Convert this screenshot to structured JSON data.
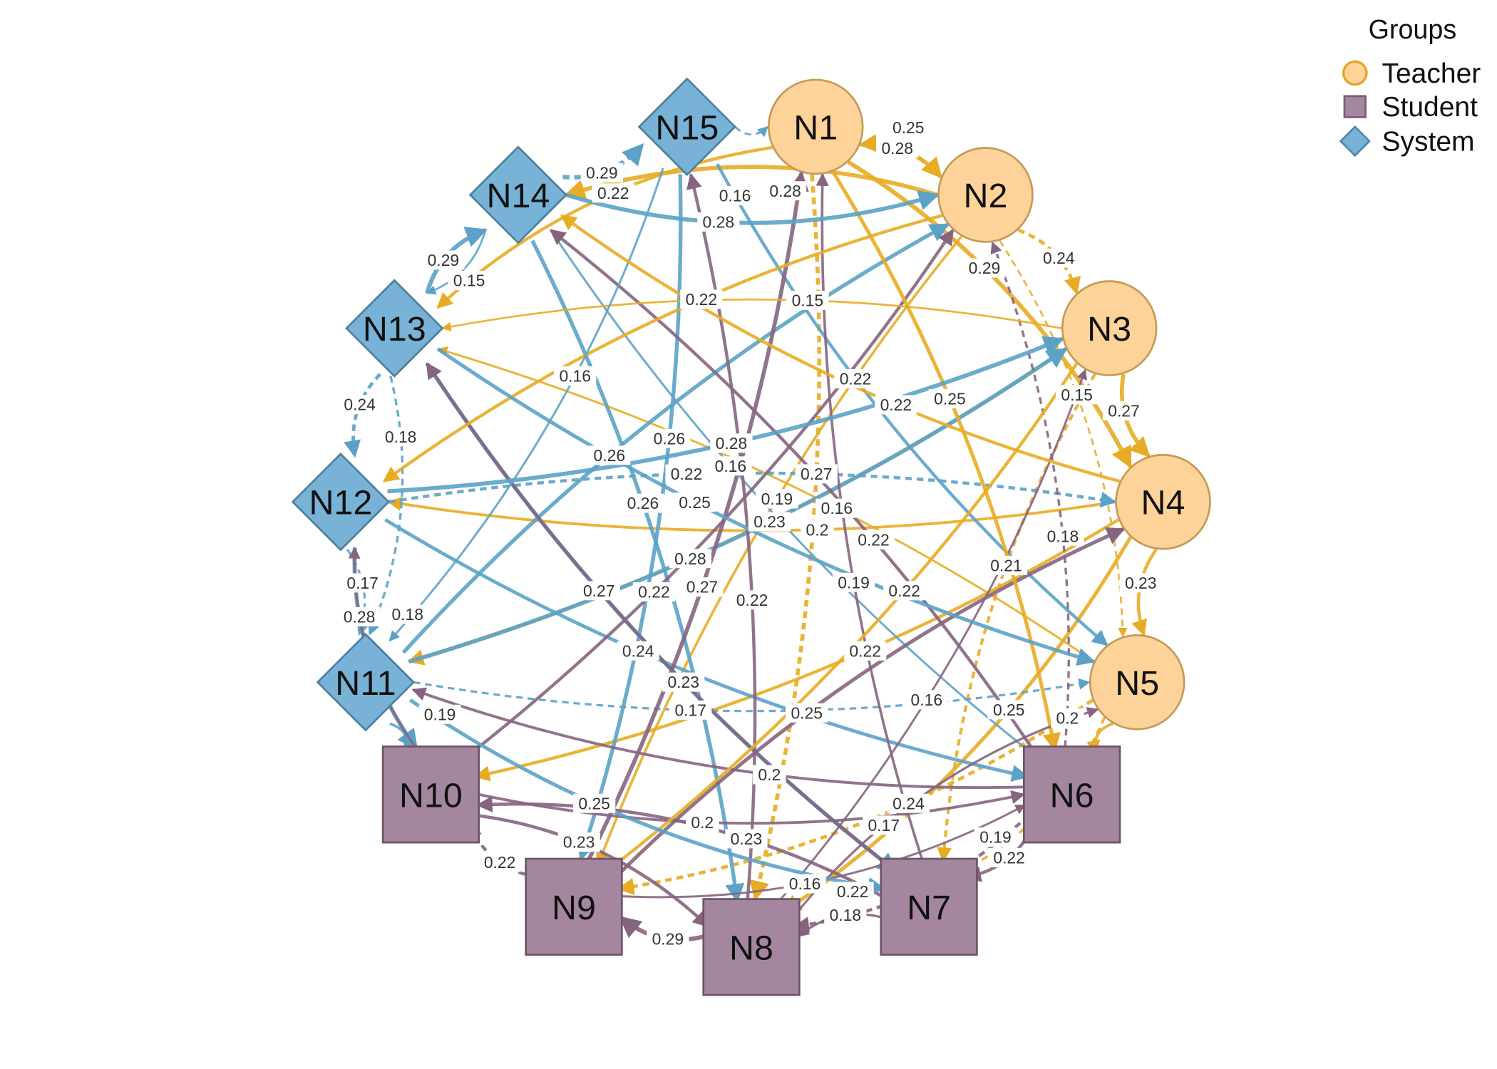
{
  "legend": {
    "title": "Groups",
    "items": [
      {
        "label": "Teacher",
        "shape": "circle",
        "fill": "#FDD39A",
        "stroke": "#E3A624"
      },
      {
        "label": "Student",
        "shape": "square",
        "fill": "#A4879F",
        "stroke": "#7A5C78"
      },
      {
        "label": "System",
        "shape": "diamond",
        "fill": "#78B2D6",
        "stroke": "#4E88AC"
      }
    ]
  },
  "colors": {
    "Teacher": "#E8AC24",
    "Student": "#86647F",
    "System": "#5BA2C6"
  },
  "nodes": [
    {
      "id": "N1",
      "group": "Teacher"
    },
    {
      "id": "N2",
      "group": "Teacher"
    },
    {
      "id": "N3",
      "group": "Teacher"
    },
    {
      "id": "N4",
      "group": "Teacher"
    },
    {
      "id": "N5",
      "group": "Teacher"
    },
    {
      "id": "N6",
      "group": "Student"
    },
    {
      "id": "N7",
      "group": "Student"
    },
    {
      "id": "N8",
      "group": "Student"
    },
    {
      "id": "N9",
      "group": "Student"
    },
    {
      "id": "N10",
      "group": "Student"
    },
    {
      "id": "N11",
      "group": "System"
    },
    {
      "id": "N12",
      "group": "System"
    },
    {
      "id": "N13",
      "group": "System"
    },
    {
      "id": "N14",
      "group": "System"
    },
    {
      "id": "N15",
      "group": "System"
    }
  ],
  "edges": [
    {
      "from": "N1",
      "to": "N2",
      "weight": "0.28",
      "dashed": false
    },
    {
      "from": "N2",
      "to": "N1",
      "weight": "0.25",
      "dashed": true
    },
    {
      "from": "N1",
      "to": "N8",
      "weight": "0.27",
      "dashed": true
    },
    {
      "from": "N1",
      "to": "N13",
      "weight": "0.22",
      "dashed": false
    },
    {
      "from": "N1",
      "to": "N4",
      "weight": "0.29",
      "dashed": false
    },
    {
      "from": "N2",
      "to": "N14",
      "weight": "0.28",
      "dashed": false
    },
    {
      "from": "N2",
      "to": "N3",
      "weight": "0.24",
      "dashed": true
    },
    {
      "from": "N2",
      "to": "N9",
      "weight": "0.19",
      "dashed": false
    },
    {
      "from": "N2",
      "to": "N5",
      "weight": "0.15",
      "dashed": true
    },
    {
      "from": "N3",
      "to": "N4",
      "weight": "0.27",
      "dashed": false
    },
    {
      "from": "N3",
      "to": "N11",
      "weight": "0.23",
      "dashed": false
    },
    {
      "from": "N3",
      "to": "N7",
      "weight": "0.21",
      "dashed": true
    },
    {
      "from": "N4",
      "to": "N12",
      "weight": "0.2",
      "dashed": false
    },
    {
      "from": "N4",
      "to": "N5",
      "weight": "0.23",
      "dashed": false
    },
    {
      "from": "N4",
      "to": "N10",
      "weight": "0.22",
      "dashed": false
    },
    {
      "from": "N5",
      "to": "N13",
      "weight": "0.16",
      "dashed": false
    },
    {
      "from": "N5",
      "to": "N9",
      "weight": "0.24",
      "dashed": true
    },
    {
      "from": "N5",
      "to": "N6",
      "weight": "0.2",
      "dashed": false
    },
    {
      "from": "N4",
      "to": "N8",
      "weight": "0.25",
      "dashed": false
    },
    {
      "from": "N12",
      "to": "N10",
      "weight": "0.28",
      "dashed": false
    },
    {
      "from": "N12",
      "to": "N4",
      "weight": "0.22",
      "dashed": true
    },
    {
      "from": "N13",
      "to": "N12",
      "weight": "0.24",
      "dashed": true
    },
    {
      "from": "N13",
      "to": "N14",
      "weight": "0.29",
      "dashed": false
    },
    {
      "from": "N14",
      "to": "N15",
      "weight": "0.29",
      "dashed": true
    },
    {
      "from": "N14",
      "to": "N13",
      "weight": "0.15",
      "dashed": false
    },
    {
      "from": "N15",
      "to": "N1",
      "weight": "0.16",
      "dashed": true
    },
    {
      "from": "N15",
      "to": "N9",
      "weight": "0.26",
      "dashed": false
    },
    {
      "from": "N15",
      "to": "N5",
      "weight": "0.22",
      "dashed": false
    },
    {
      "from": "N14",
      "to": "N8",
      "weight": "0.26",
      "dashed": false
    },
    {
      "from": "N14",
      "to": "N6",
      "weight": "0.16",
      "dashed": false
    },
    {
      "from": "N13",
      "to": "N11",
      "weight": "0.18",
      "dashed": true
    },
    {
      "from": "N13",
      "to": "N7",
      "weight": "0.27",
      "dashed": false
    },
    {
      "from": "N12",
      "to": "N11",
      "weight": "0.17",
      "dashed": true
    },
    {
      "from": "N12",
      "to": "N6",
      "weight": "0.24",
      "dashed": false
    },
    {
      "from": "N11",
      "to": "N10",
      "weight": "0.19",
      "dashed": false
    },
    {
      "from": "N11",
      "to": "N3",
      "weight": "0.28",
      "dashed": false
    },
    {
      "from": "N11",
      "to": "N2",
      "weight": "0.26",
      "dashed": false
    },
    {
      "from": "N11",
      "to": "N5",
      "weight": "0.17",
      "dashed": true
    },
    {
      "from": "N6",
      "to": "N11",
      "weight": "0.2",
      "dashed": false
    },
    {
      "from": "N6",
      "to": "N14",
      "weight": "0.22",
      "dashed": false
    },
    {
      "from": "N6",
      "to": "N7",
      "weight": "0.22",
      "dashed": false
    },
    {
      "from": "N6",
      "to": "N2",
      "weight": "0.18",
      "dashed": true
    },
    {
      "from": "N7",
      "to": "N13",
      "weight": "0.23",
      "dashed": false
    },
    {
      "from": "N7",
      "to": "N8",
      "weight": "0.18",
      "dashed": false
    },
    {
      "from": "N7",
      "to": "N1",
      "weight": "0.19",
      "dashed": false
    },
    {
      "from": "N8",
      "to": "N15",
      "weight": "0.22",
      "dashed": false
    },
    {
      "from": "N8",
      "to": "N9",
      "weight": "0.29",
      "dashed": false
    },
    {
      "from": "N8",
      "to": "N3",
      "weight": "0.16",
      "dashed": false
    },
    {
      "from": "N9",
      "to": "N10",
      "weight": "0.22",
      "dashed": true
    },
    {
      "from": "N9",
      "to": "N1",
      "weight": "0.27",
      "dashed": false
    },
    {
      "from": "N9",
      "to": "N4",
      "weight": "0.25",
      "dashed": false
    },
    {
      "from": "N10",
      "to": "N6",
      "weight": "0.2",
      "dashed": false
    },
    {
      "from": "N10",
      "to": "N12",
      "weight": "0.18",
      "dashed": false
    },
    {
      "from": "N10",
      "to": "N2",
      "weight": "0.22",
      "dashed": false
    },
    {
      "from": "N10",
      "to": "N8",
      "weight": "0.23",
      "dashed": false
    },
    {
      "from": "N3",
      "to": "N13",
      "weight": "0.15",
      "dashed": false
    },
    {
      "from": "N1",
      "to": "N6",
      "weight": "0.25",
      "dashed": false
    },
    {
      "from": "N2",
      "to": "N12",
      "weight": "0.22",
      "dashed": false
    },
    {
      "from": "N5",
      "to": "N7",
      "weight": "0.19",
      "dashed": true
    },
    {
      "from": "N9",
      "to": "N6",
      "weight": "0.16",
      "dashed": false
    },
    {
      "from": "N15",
      "to": "N11",
      "weight": "0.16",
      "dashed": false
    },
    {
      "from": "N14",
      "to": "N2",
      "weight": "0.28",
      "dashed": false
    },
    {
      "from": "N8",
      "to": "N5",
      "weight": "0.17",
      "dashed": false
    },
    {
      "from": "N7",
      "to": "N10",
      "weight": "0.23",
      "dashed": false
    },
    {
      "from": "N4",
      "to": "N14",
      "weight": "0.22",
      "dashed": false
    },
    {
      "from": "N12",
      "to": "N3",
      "weight": "0.28",
      "dashed": false
    },
    {
      "from": "N3",
      "to": "N9",
      "weight": "0.22",
      "dashed": false
    },
    {
      "from": "N13",
      "to": "N5",
      "weight": "0.25",
      "dashed": false
    },
    {
      "from": "N6",
      "to": "N8",
      "weight": "0.22",
      "dashed": true
    },
    {
      "from": "N11",
      "to": "N7",
      "weight": "0.25",
      "dashed": false
    }
  ]
}
